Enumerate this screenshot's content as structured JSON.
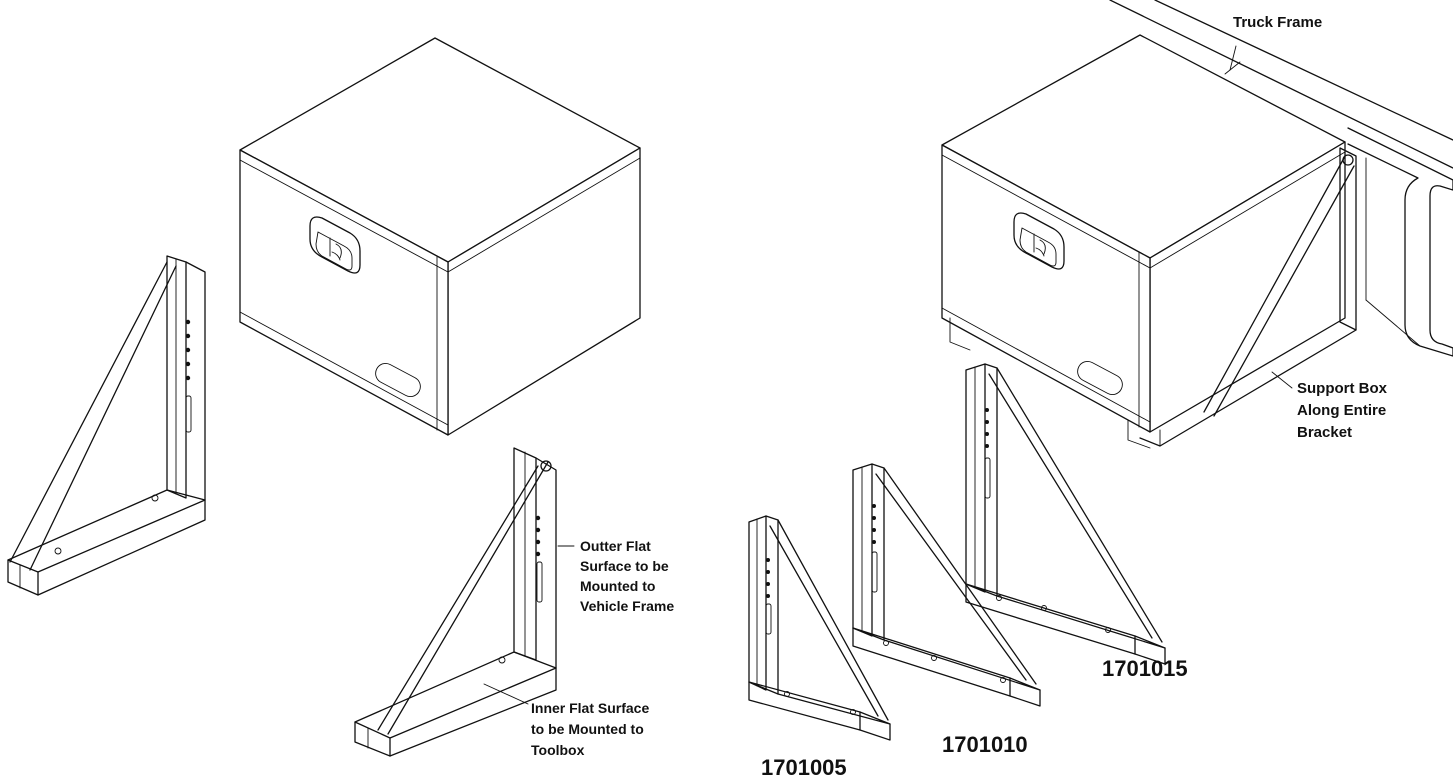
{
  "labels": {
    "outer_surface": [
      "Outter Flat",
      "Surface to be",
      "Mounted to",
      "Vehicle Frame"
    ],
    "inner_surface": [
      "Inner Flat Surface",
      "to be Mounted to",
      "Toolbox"
    ],
    "truck_frame": "Truck Frame",
    "support_box": [
      "Support Box",
      "Along Entire",
      "Bracket"
    ]
  },
  "part_numbers": {
    "small": "1701005",
    "medium": "1701010",
    "large": "1701015"
  }
}
